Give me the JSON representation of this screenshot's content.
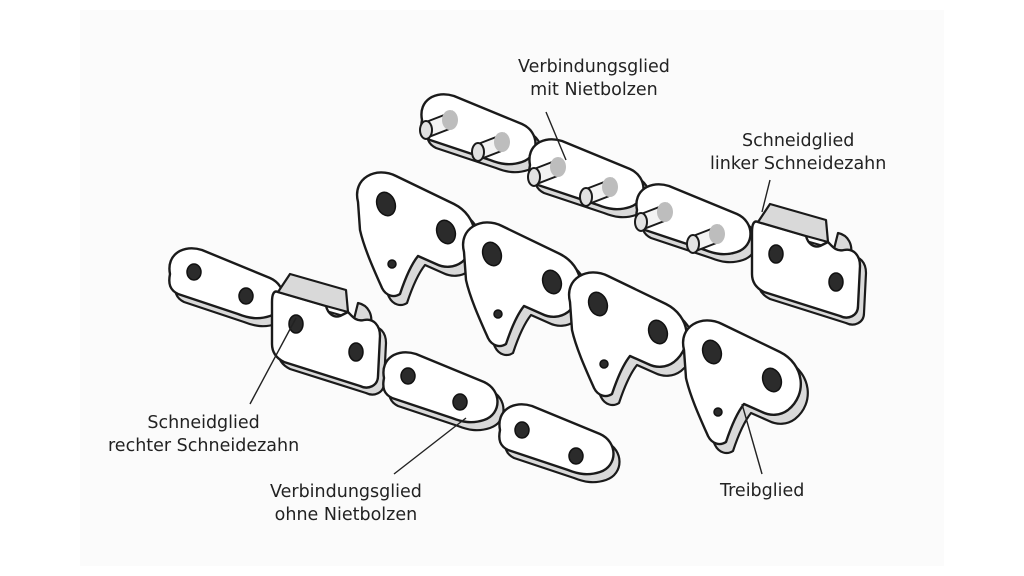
{
  "labels": {
    "connecting_link_with_rivets": [
      "Verbindungsglied",
      "mit Nietbolzen"
    ],
    "cutter_left": [
      "Schneidglied",
      "linker Schneidezahn"
    ],
    "cutter_right": [
      "Schneidglied",
      "rechter Schneidezahn"
    ],
    "connecting_link_without_rivets": [
      "Verbindungsglied",
      "ohne Nietbolzen"
    ],
    "drive_link": [
      "Treibglied"
    ]
  },
  "colors": {
    "outline": "#1a1a1a",
    "shade": "#d9d9d9",
    "hole": "#2b2b2b",
    "background": "#ffffff"
  },
  "icons": [
    "chain-link-plate",
    "rivet-pin",
    "cutter-tooth",
    "drive-link"
  ]
}
